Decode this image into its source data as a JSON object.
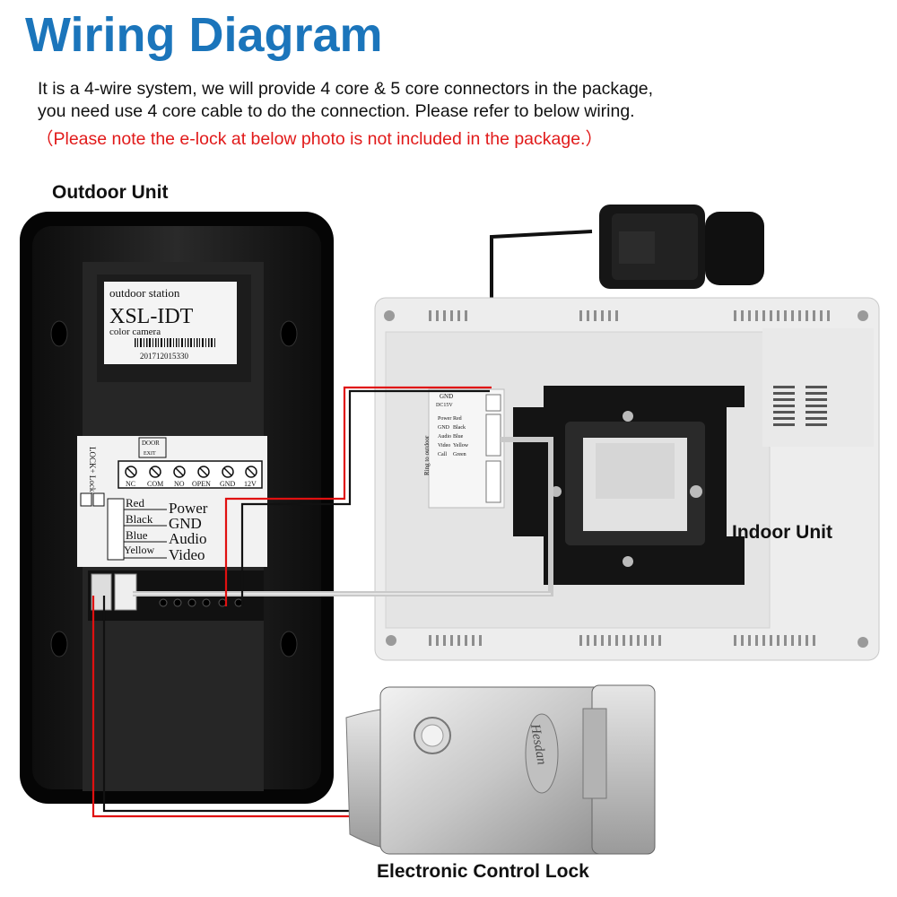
{
  "title": "Wiring Diagram",
  "intro": {
    "line1": "It is a 4-wire system, we will provide 4 core & 5 core connectors in the package,",
    "line2": "you need use 4 core cable to do the connection. Please refer to below wiring.",
    "note": "（Please note the e-lock at below photo is not included in the package.）"
  },
  "captions": {
    "outdoor": "Outdoor Unit",
    "indoor": "Indoor Unit",
    "lock": "Electronic Control Lock"
  },
  "outdoor_label": {
    "station": "outdoor station",
    "model": "XSL-IDT",
    "camera": "color camera",
    "serial": "201712015330"
  },
  "outdoor_terminals": {
    "lock_side": "LOCK+ Lock-",
    "door": "DOOR",
    "exit": "EXIT",
    "screws": [
      "NC",
      "COM",
      "NO",
      "OPEN",
      "GND",
      "12V"
    ],
    "wires": [
      {
        "color": "Red",
        "signal": "Power"
      },
      {
        "color": "Black",
        "signal": "GND"
      },
      {
        "color": "Blue",
        "signal": "Audio"
      },
      {
        "color": "Yellow",
        "signal": "Video"
      }
    ]
  },
  "indoor_panel": {
    "gnd": "GND",
    "dc": "DC15V",
    "ring_to_outdoor": "Ring to outdoor",
    "rows": [
      {
        "signal": "Power",
        "color": "Red"
      },
      {
        "signal": "GND",
        "color": "Black"
      },
      {
        "signal": "Audio",
        "color": "Blue"
      },
      {
        "signal": "Video",
        "color": "Yellow"
      },
      {
        "signal": "Call",
        "color": "Green"
      }
    ]
  },
  "lock_brand": "Hesdan",
  "colors": {
    "title": "#1b75bb",
    "note": "#e11a1a",
    "wire_red": "#e01010",
    "wire_black": "#111111",
    "cable_grey": "#c9c9c9"
  }
}
